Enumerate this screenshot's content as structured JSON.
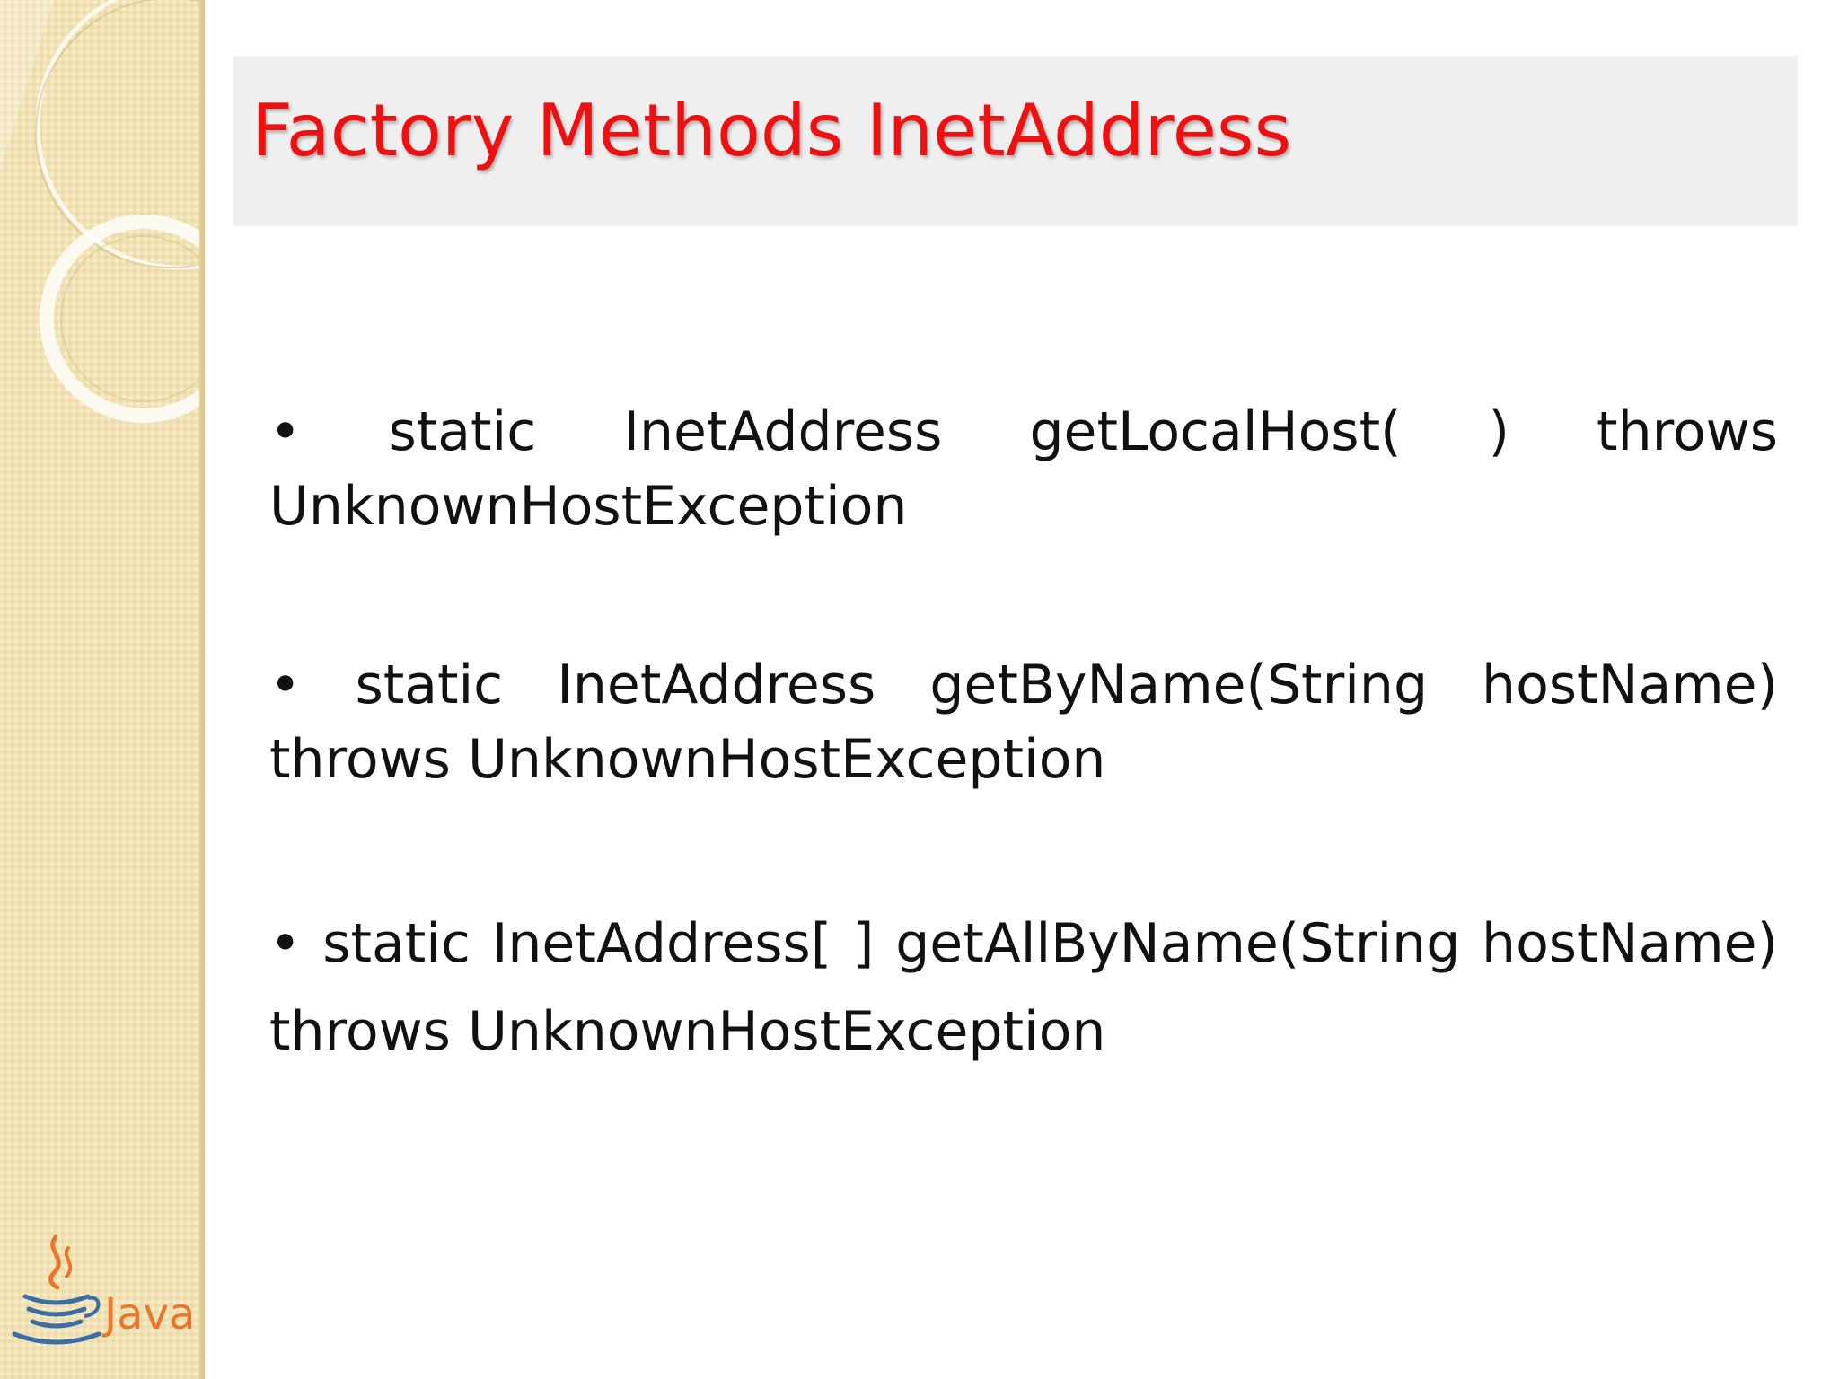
{
  "slide": {
    "title": "Factory Methods InetAddress",
    "bullets": [
      {
        "marker": "•",
        "text": "static InetAddress getLocalHost( ) throws UnknownHostException"
      },
      {
        "marker": "•",
        "text": "static InetAddress getByName(String hostName) throws UnknownHostException"
      },
      {
        "marker": "•",
        "text": "static InetAddress[ ] getAllByName(String hostName) throws UnknownHostException"
      }
    ],
    "logo_text": "Java"
  },
  "colors": {
    "title": "#ee1111",
    "title_band": "#efefef",
    "side_strip": "#f1e2b4",
    "body_text": "#111111",
    "logo_blue": "#3a6ea5",
    "logo_orange": "#e8762d"
  },
  "icons": {
    "logo": "java-coffee-cup-icon",
    "decoration": "concentric-rings"
  }
}
